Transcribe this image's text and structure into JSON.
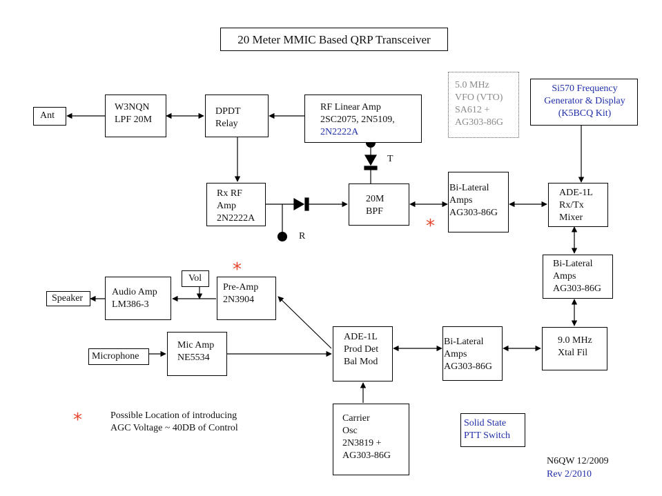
{
  "title": "20 Meter MMIC Based QRP Transceiver",
  "blocks": {
    "ant": "Ant",
    "lpf": "W3NQN\nLPF 20M",
    "dpdt": "DPDT\nRelay",
    "rf_amp_l1": "RF Linear Amp",
    "rf_amp_l2": "2SC2075, 2N5109,",
    "rf_amp_l3": "2N2222A",
    "vfo": "5.0 MHz\nVFO (VTO)\nSA612 +\nAG303-86G",
    "si570": "Si570 Frequency\nGenerator & Display\n(K5BCQ Kit)",
    "rx_rf": "Rx RF\nAmp\n2N2222A",
    "bpf": "20M\nBPF",
    "bilat1": "Bi-Lateral\nAmps\nAG303-86G",
    "mixer": "ADE-1L\nRx/Tx\nMixer",
    "bilat2": "Bi-Lateral\nAmps\nAG303-86G",
    "xtal": "9.0 MHz\nXtal Fil",
    "bilat3": "Bi-Lateral\nAmps\nAG303-86G",
    "prod_det": "ADE-1L\nProd Det\nBal Mod",
    "carrier": "Carrier\nOsc\n2N3819 +\nAG303-86G",
    "mic_amp": "Mic Amp\nNE5534",
    "microphone": "Microphone",
    "pre_amp": "Pre-Amp\n2N3904",
    "vol": "Vol",
    "audio_amp": "Audio Amp\nLM386-3",
    "speaker": "Speaker",
    "ptt": "Solid State\nPTT Switch"
  },
  "labels": {
    "t": "T",
    "r": "R"
  },
  "star_symbol": "*",
  "note": "Possible Location of introducing\nAGC Voltage ~ 40DB of Control",
  "footer": {
    "author": "N6QW 12/2009",
    "rev": "Rev 2/2010"
  },
  "colors": {
    "accent_blue": "#1f2ea8",
    "star_red": "#e8442b",
    "vfo_grey": "#8a8a8a"
  }
}
